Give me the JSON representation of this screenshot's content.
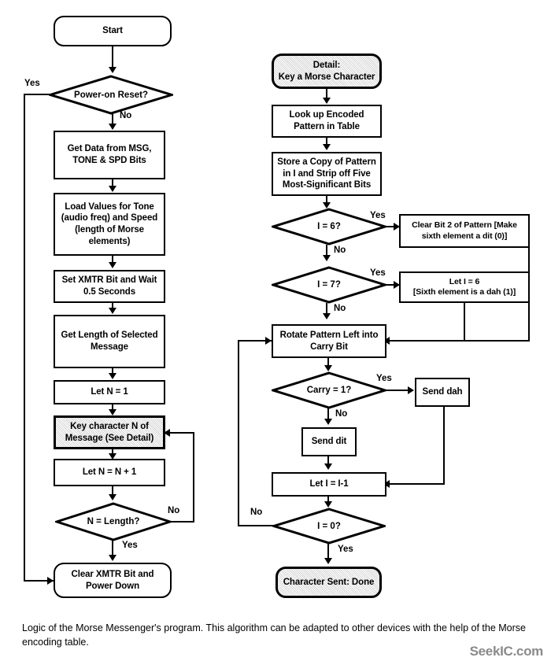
{
  "caption": "Logic of the Morse Messenger's program. This algorithm can be adapted to other devices with the help of the Morse encoding table.",
  "watermark": "SeekIC.com",
  "chart_data": {
    "type": "diagram",
    "title": "Logic of the Morse Messenger's program",
    "diagram_kind": "flowchart",
    "columns": 2,
    "colors": {
      "line": "#000000",
      "fill": "#ffffff",
      "shaded_fill": "#d5d5d5",
      "text": "#000000",
      "watermark": "#8a8a8a"
    },
    "main_flow": {
      "nodes": [
        {
          "id": "start",
          "shape": "terminator",
          "label": "Start"
        },
        {
          "id": "power_reset",
          "shape": "decision",
          "label": "Power-on Reset?"
        },
        {
          "id": "get_data",
          "shape": "process",
          "label": "Get Data from MSG,\nTONE & SPD Bits"
        },
        {
          "id": "load_values",
          "shape": "process",
          "label": "Load Values for Tone\n(audio freq) and Speed\n(length of Morse\nelements)"
        },
        {
          "id": "set_xmtr",
          "shape": "process",
          "label": "Set XMTR Bit and Wait\n0.5 Seconds"
        },
        {
          "id": "get_length",
          "shape": "process",
          "label": "Get Length of Selected\nMessage"
        },
        {
          "id": "let_n_1",
          "shape": "process",
          "label": "Let N = 1"
        },
        {
          "id": "key_char",
          "shape": "process",
          "label": "Key character N of\nMessage (See Detail)",
          "shaded": true
        },
        {
          "id": "inc_n",
          "shape": "process",
          "label": "Let N = N + 1"
        },
        {
          "id": "n_length",
          "shape": "decision",
          "label": "N = Length?"
        },
        {
          "id": "clear_xmtr",
          "shape": "terminator",
          "label": "Clear XMTR Bit and\nPower Down"
        }
      ],
      "edges": [
        {
          "from": "start",
          "to": "power_reset",
          "label": ""
        },
        {
          "from": "power_reset",
          "to": "clear_xmtr",
          "label": "Yes"
        },
        {
          "from": "power_reset",
          "to": "get_data",
          "label": "No"
        },
        {
          "from": "get_data",
          "to": "load_values",
          "label": ""
        },
        {
          "from": "load_values",
          "to": "set_xmtr",
          "label": ""
        },
        {
          "from": "set_xmtr",
          "to": "get_length",
          "label": ""
        },
        {
          "from": "get_length",
          "to": "let_n_1",
          "label": ""
        },
        {
          "from": "let_n_1",
          "to": "key_char",
          "label": ""
        },
        {
          "from": "key_char",
          "to": "inc_n",
          "label": ""
        },
        {
          "from": "inc_n",
          "to": "n_length",
          "label": ""
        },
        {
          "from": "n_length",
          "to": "key_char",
          "label": "No"
        },
        {
          "from": "n_length",
          "to": "clear_xmtr",
          "label": "Yes"
        }
      ]
    },
    "detail_flow": {
      "nodes": [
        {
          "id": "detail_start",
          "shape": "terminator",
          "label": "Detail:\nKey a Morse Character",
          "shaded": true
        },
        {
          "id": "lookup",
          "shape": "process",
          "label": "Look up Encoded\nPattern in Table"
        },
        {
          "id": "store_copy",
          "shape": "process",
          "label": "Store a Copy of Pattern\nin I and Strip off Five\nMost-Significant Bits"
        },
        {
          "id": "i_eq_6",
          "shape": "decision",
          "label": "I = 6?"
        },
        {
          "id": "clear_bit2",
          "shape": "process",
          "label": "Clear Bit 2 of Pattern [Make\nsixth element a dit (0)]"
        },
        {
          "id": "i_eq_7",
          "shape": "decision",
          "label": "I = 7?"
        },
        {
          "id": "let_i_6",
          "shape": "process",
          "label": "Let I = 6\n[Sixth element is a dah (1)]"
        },
        {
          "id": "rotate",
          "shape": "process",
          "label": "Rotate Pattern Left into\nCarry Bit"
        },
        {
          "id": "carry_1",
          "shape": "decision",
          "label": "Carry = 1?"
        },
        {
          "id": "send_dah",
          "shape": "process",
          "label": "Send dah"
        },
        {
          "id": "send_dit",
          "shape": "process",
          "label": "Send dit"
        },
        {
          "id": "dec_i",
          "shape": "process",
          "label": "Let I = I-1"
        },
        {
          "id": "i_eq_0",
          "shape": "decision",
          "label": "I = 0?"
        },
        {
          "id": "detail_done",
          "shape": "terminator",
          "label": "Character Sent: Done",
          "shaded": true
        }
      ],
      "edges": [
        {
          "from": "detail_start",
          "to": "lookup",
          "label": ""
        },
        {
          "from": "lookup",
          "to": "store_copy",
          "label": ""
        },
        {
          "from": "store_copy",
          "to": "i_eq_6",
          "label": ""
        },
        {
          "from": "i_eq_6",
          "to": "clear_bit2",
          "label": "Yes"
        },
        {
          "from": "i_eq_6",
          "to": "i_eq_7",
          "label": "No"
        },
        {
          "from": "i_eq_7",
          "to": "let_i_6",
          "label": "Yes"
        },
        {
          "from": "i_eq_7",
          "to": "rotate",
          "label": "No"
        },
        {
          "from": "clear_bit2",
          "to": "rotate",
          "label": ""
        },
        {
          "from": "let_i_6",
          "to": "rotate",
          "label": ""
        },
        {
          "from": "rotate",
          "to": "carry_1",
          "label": ""
        },
        {
          "from": "carry_1",
          "to": "send_dah",
          "label": "Yes"
        },
        {
          "from": "carry_1",
          "to": "send_dit",
          "label": "No"
        },
        {
          "from": "send_dah",
          "to": "dec_i",
          "label": ""
        },
        {
          "from": "send_dit",
          "to": "dec_i",
          "label": ""
        },
        {
          "from": "dec_i",
          "to": "i_eq_0",
          "label": ""
        },
        {
          "from": "i_eq_0",
          "to": "rotate",
          "label": "No"
        },
        {
          "from": "i_eq_0",
          "to": "detail_done",
          "label": "Yes"
        }
      ]
    },
    "edge_labels": [
      "Yes",
      "No"
    ]
  }
}
